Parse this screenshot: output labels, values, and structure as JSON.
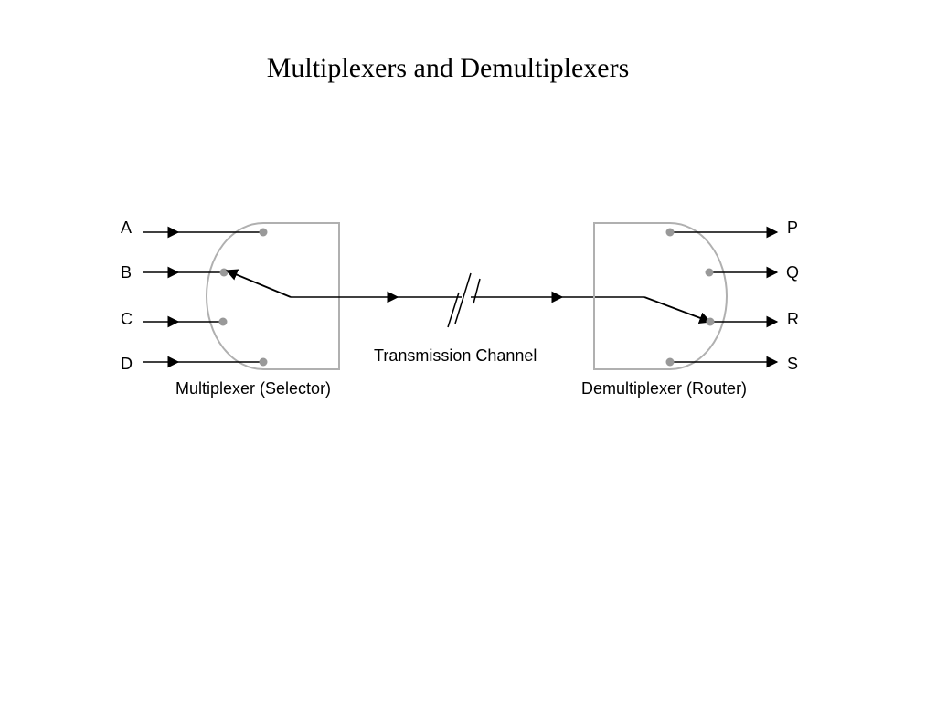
{
  "title": "Multiplexers and Demultiplexers",
  "mux": {
    "caption": "Multiplexer (Selector)",
    "inputs": [
      "A",
      "B",
      "C",
      "D"
    ],
    "selected_input": "B"
  },
  "demux": {
    "caption": "Demultiplexer (Router)",
    "outputs": [
      "P",
      "Q",
      "R",
      "S"
    ],
    "selected_output": "R"
  },
  "channel": {
    "caption": "Transmission Channel"
  },
  "colors": {
    "line": "#000000",
    "outline": "#b0b0b0",
    "contact": "#999999"
  }
}
